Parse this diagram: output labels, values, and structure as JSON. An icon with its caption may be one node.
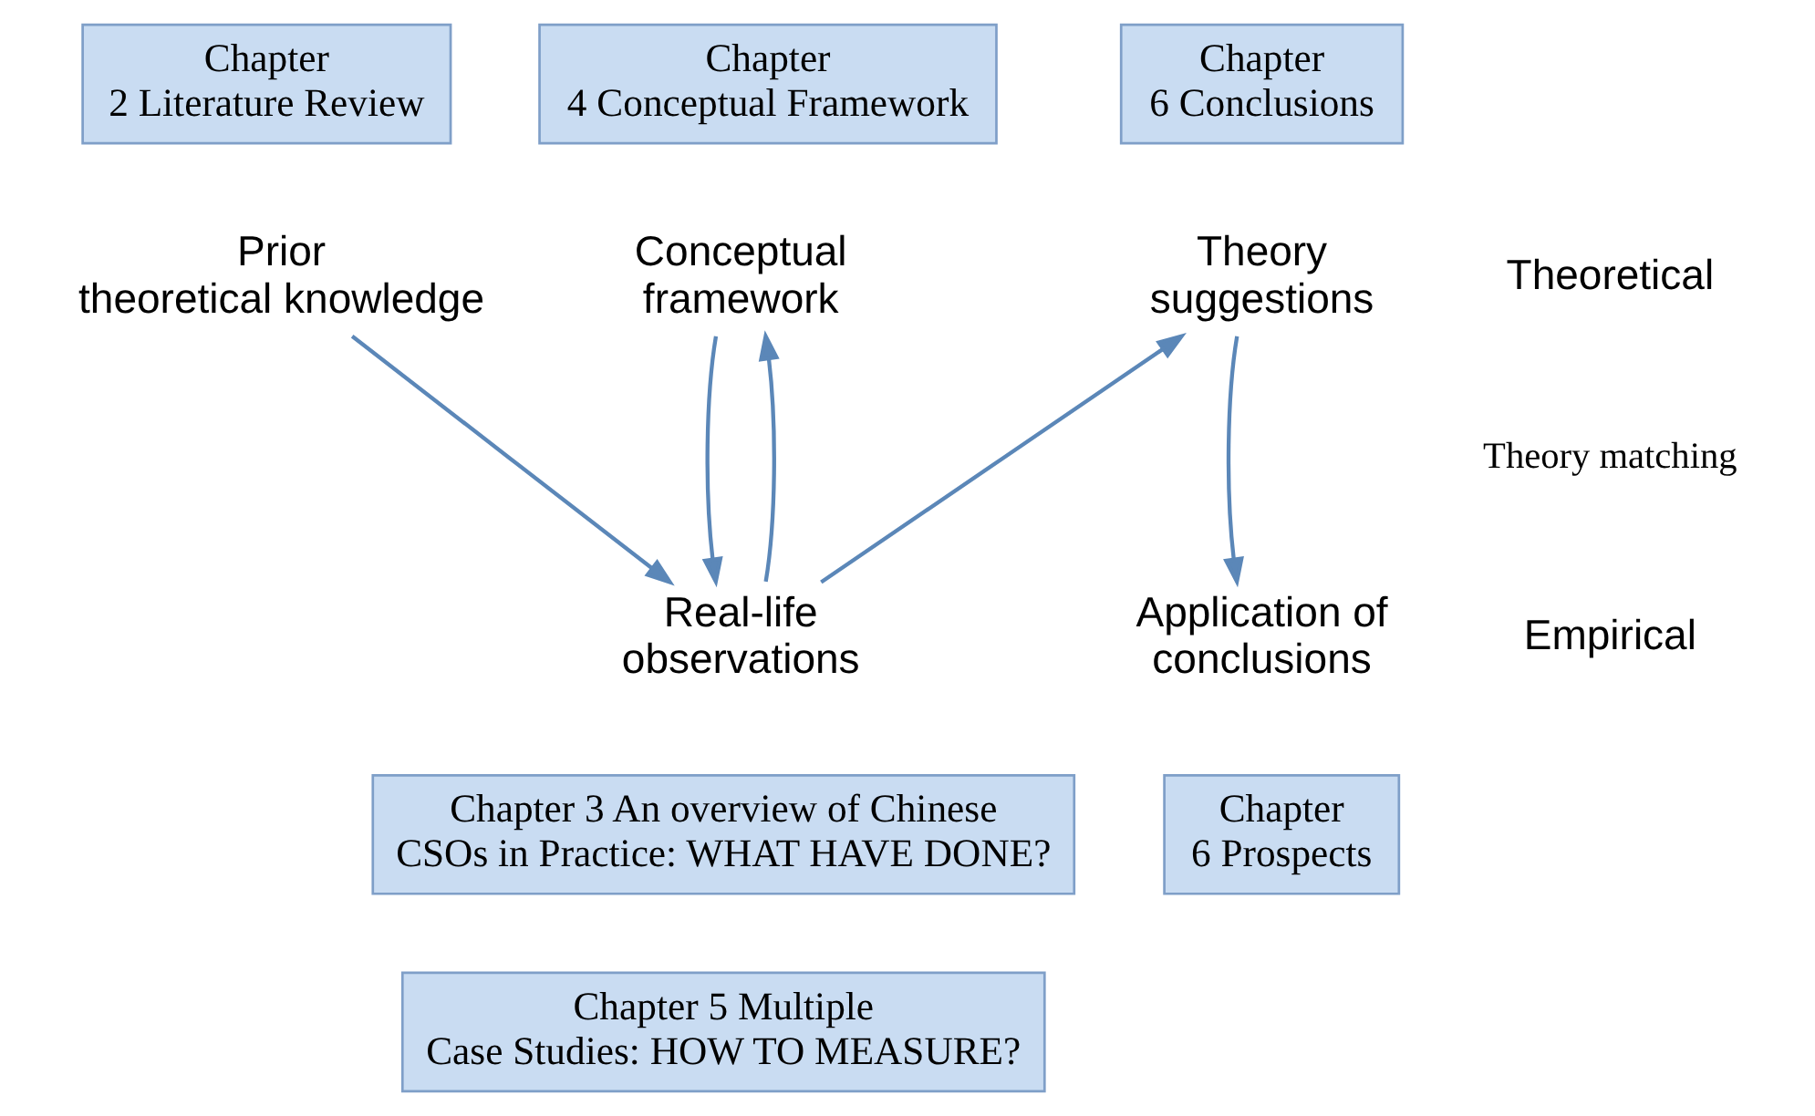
{
  "diagram": {
    "nodes": [
      {
        "text": [
          "Chapter 2 Literature Review"
        ]
      },
      {
        "text": [
          "Chapter 4 Conceptual Framework"
        ]
      },
      {
        "text": [
          "Chapter 6 Conclusions"
        ]
      },
      {
        "text": [
          "Prior theoretical knowledge"
        ]
      },
      {
        "text": [
          "Conceptual framework"
        ]
      },
      {
        "text": [
          "Theory suggestions"
        ]
      },
      {
        "text": [
          "Real-life observations"
        ]
      },
      {
        "text": [
          "Application of conclusions"
        ]
      },
      {
        "text": [
          "Chapter 3 An overview of Chinese CSOs in Practice: WHAT HAVE DONE?"
        ]
      },
      {
        "text": [
          "Chapter 5 Multiple Case Studies: HOW TO MEASURE?"
        ]
      },
      {
        "text": [
          "Chapter 6 Prospects"
        ]
      }
    ],
    "edges": [
      {
        "from": 3,
        "to": 6,
        "arrow": "to"
      },
      {
        "from": 6,
        "to": 4,
        "arrow": "to"
      },
      {
        "from": 4,
        "to": 6,
        "arrow": "to"
      },
      {
        "from": 6,
        "to": 5,
        "arrow": "to"
      },
      {
        "from": 5,
        "to": 7,
        "arrow": "to"
      }
    ],
    "labels": [
      "Theoretical",
      "Theory matching",
      "Empirical"
    ]
  }
}
